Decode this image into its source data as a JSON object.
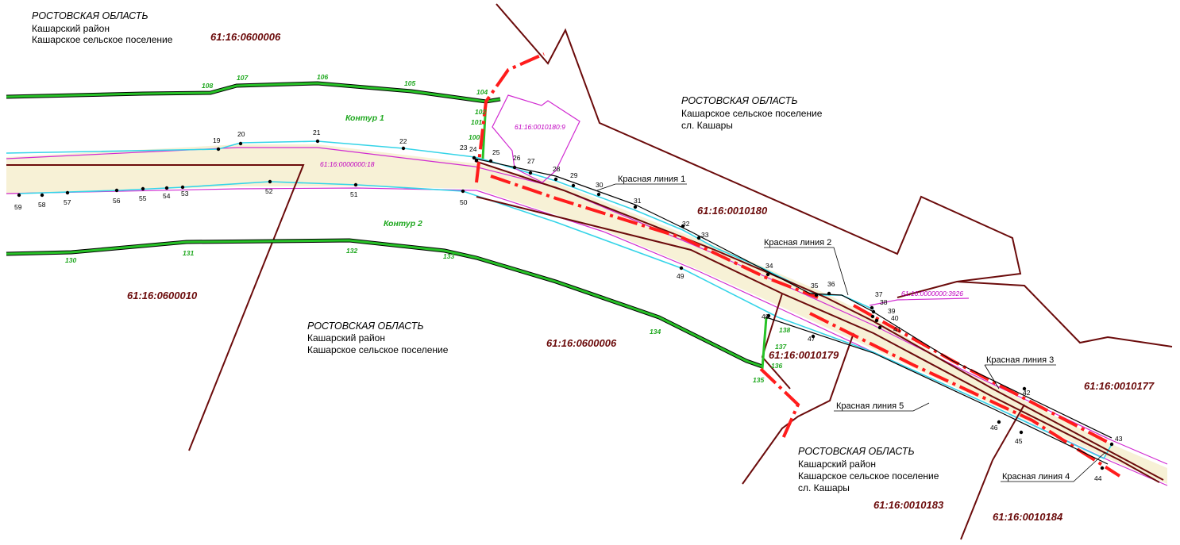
{
  "map": {
    "colors": {
      "boundary": "#6b0b0b",
      "road_fill": "#f7f1d6",
      "cyan": "#35d4e8",
      "magenta": "#d12bd1",
      "green": "#27c227",
      "red": "#ff1c1c"
    },
    "regions": [
      {
        "title": "РОСТОВСКАЯ ОБЛАСТЬ",
        "lines": [
          "Кашарский район",
          "Кашарское сельское поселение"
        ]
      },
      {
        "title": "РОСТОВСКАЯ ОБЛАСТЬ",
        "lines": [
          "Кашарское сельское поселение",
          "сл. Кашары"
        ]
      },
      {
        "title": "РОСТОВСКАЯ ОБЛАСТЬ",
        "lines": [
          "Кашарский район",
          "Кашарское сельское поселение"
        ]
      },
      {
        "title": "РОСТОВСКАЯ ОБЛАСТЬ",
        "lines": [
          "Кашарский район",
          "Кашарское сельское поселение",
          "сл. Кашары"
        ]
      }
    ],
    "cadastral_labels": [
      "61:16:0600006",
      "61:16:0010180",
      "61:16:0600010",
      "61:16:0600006",
      "61:16:0010179",
      "61:16:0010177",
      "61:16:0010183",
      "61:16:0010184"
    ],
    "contour_labels": [
      "Контур 1",
      "Контур 2"
    ],
    "parcel_labels": [
      "61:16:0010180:9",
      "61:16:0000000:18",
      "61:16:0000000:3926"
    ],
    "red_line_labels": [
      "Красная линия 1",
      "Красная линия 2",
      "Красная линия 3",
      "Красная линия 5",
      "Красная линия 4"
    ],
    "points": [
      "19",
      "20",
      "21",
      "22",
      "23",
      "24",
      "25",
      "26",
      "27",
      "28",
      "29",
      "30",
      "31",
      "32",
      "33",
      "34",
      "35",
      "36",
      "37",
      "38",
      "39",
      "40",
      "41",
      "42",
      "43",
      "44",
      "45",
      "46",
      "47",
      "48",
      "49",
      "50",
      "51",
      "52",
      "53",
      "54",
      "55",
      "56",
      "57",
      "58",
      "59"
    ],
    "green_points": [
      "100",
      "101",
      "102",
      "104",
      "105",
      "106",
      "107",
      "108",
      "130",
      "131",
      "132",
      "133",
      "134",
      "135",
      "136",
      "137",
      "138"
    ]
  }
}
